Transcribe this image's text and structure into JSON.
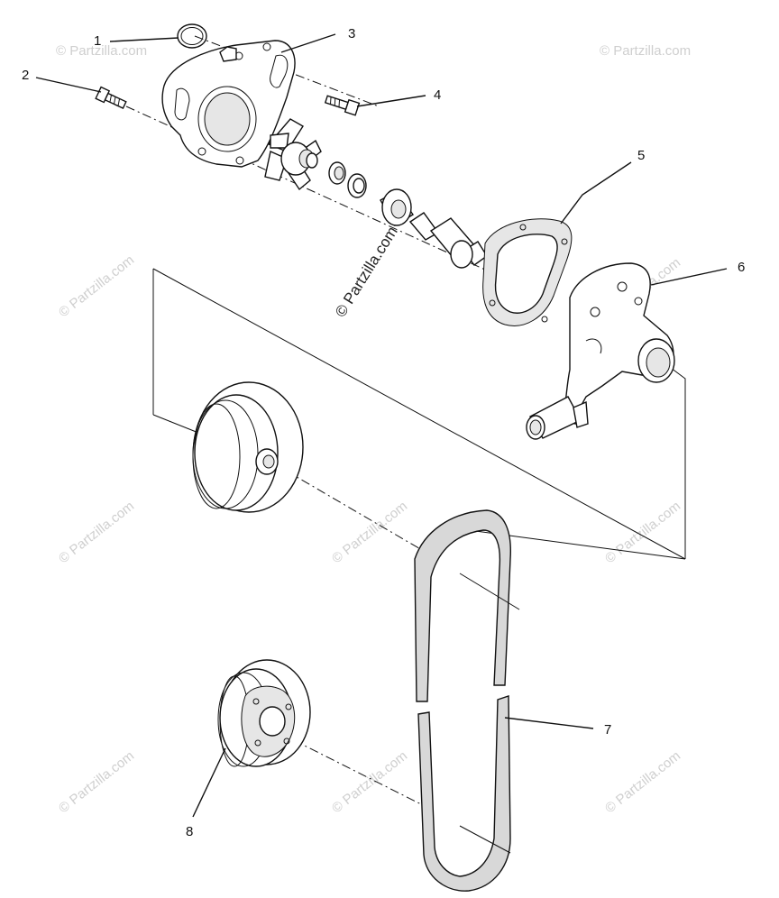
{
  "watermark": {
    "text": "© Partzilla.com"
  },
  "callouts": [
    {
      "id": "1",
      "label": "1"
    },
    {
      "id": "2",
      "label": "2"
    },
    {
      "id": "3",
      "label": "3"
    },
    {
      "id": "4",
      "label": "4"
    },
    {
      "id": "5",
      "label": "5"
    },
    {
      "id": "6",
      "label": "6"
    },
    {
      "id": "7",
      "label": "7"
    },
    {
      "id": "8",
      "label": "8"
    }
  ]
}
